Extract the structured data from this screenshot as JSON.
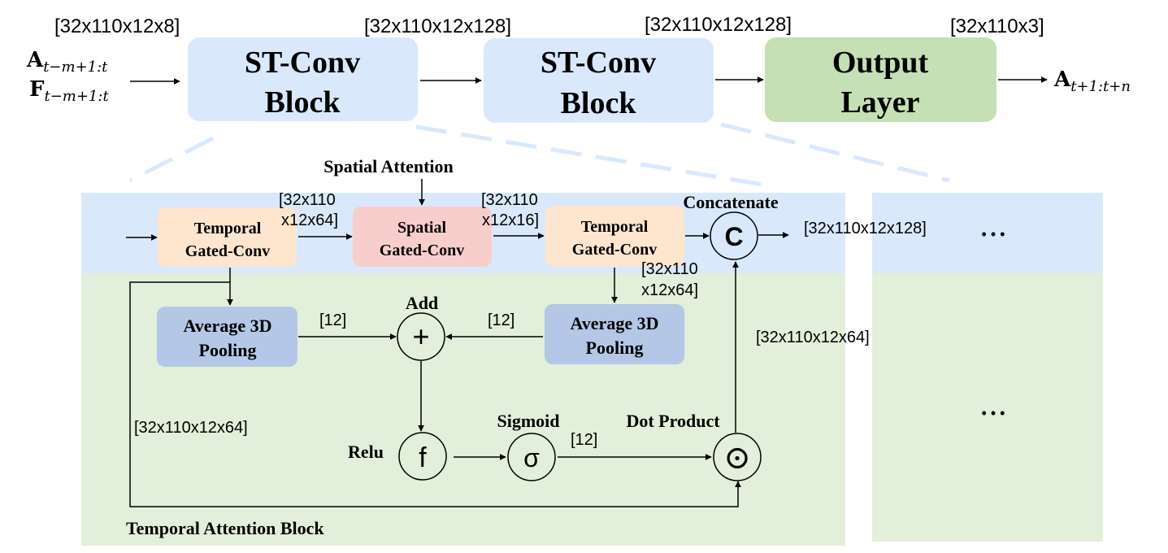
{
  "top": {
    "block1": {
      "line1": "ST-Conv",
      "line2": "Block",
      "shape": "[32x110x12x8]"
    },
    "block2": {
      "line1": "ST-Conv",
      "line2": "Block",
      "shape": "[32x110x12x128]"
    },
    "block3_shape": "[32x110x12x128]",
    "output": {
      "line1": "Output",
      "line2": "Layer",
      "shape": "[32x110x3]"
    },
    "input_a": {
      "main": "A",
      "sub": "t−m+1:t"
    },
    "input_f": {
      "main": "F",
      "sub": "t−m+1:t"
    },
    "output_a": {
      "main": "A",
      "sub": "t+1:t+n"
    }
  },
  "detail": {
    "temporal_conv1": {
      "line1": "Temporal",
      "line2": "Gated-Conv"
    },
    "spatial_conv": {
      "line1": "Spatial",
      "line2": "Gated-Conv"
    },
    "temporal_conv2": {
      "line1": "Temporal",
      "line2": "Gated-Conv"
    },
    "spatial_attention": "Spatial Attention",
    "concatenate": "Concatenate",
    "concat_symbol": "C",
    "shape_tc1_out": {
      "line1": "[32x110",
      "line2": "x12x64]"
    },
    "shape_sc_out": {
      "line1": "[32x110",
      "line2": "x12x16]"
    },
    "shape_tc2_down": {
      "line1": "[32x110",
      "line2": "x12x64]"
    },
    "shape_concat_out": "[32x110x12x128]",
    "ellipsis_top": "• • •",
    "ellipsis_bottom": "• • •"
  },
  "attention": {
    "pool1": {
      "line1": "Average 3D",
      "line2": "Pooling"
    },
    "pool2": {
      "line1": "Average 3D",
      "line2": "Pooling"
    },
    "add_label": "Add",
    "add_symbol": "+",
    "relu_label": "Relu",
    "relu_symbol": "f",
    "sigmoid_label": "Sigmoid",
    "sigmoid_symbol": "σ",
    "dot_label": "Dot Product",
    "dot_symbol": "⊙",
    "shape_pool1": "[12]",
    "shape_pool2": "[12]",
    "shape_sigmoid": "[12]",
    "shape_skip": "[32x110x12x64]",
    "shape_up": "[32x110x12x64]",
    "block_label": "Temporal Attention Block"
  },
  "colors": {
    "st_block": "#dae8fc",
    "output_layer": "#c5e0b4",
    "spatial_band": "#dae8fc",
    "attention_band": "#e2efda",
    "temporal_conv": "#fde6cd",
    "spatial_conv": "#f8cecc",
    "pooling": "#b4c7e7"
  }
}
